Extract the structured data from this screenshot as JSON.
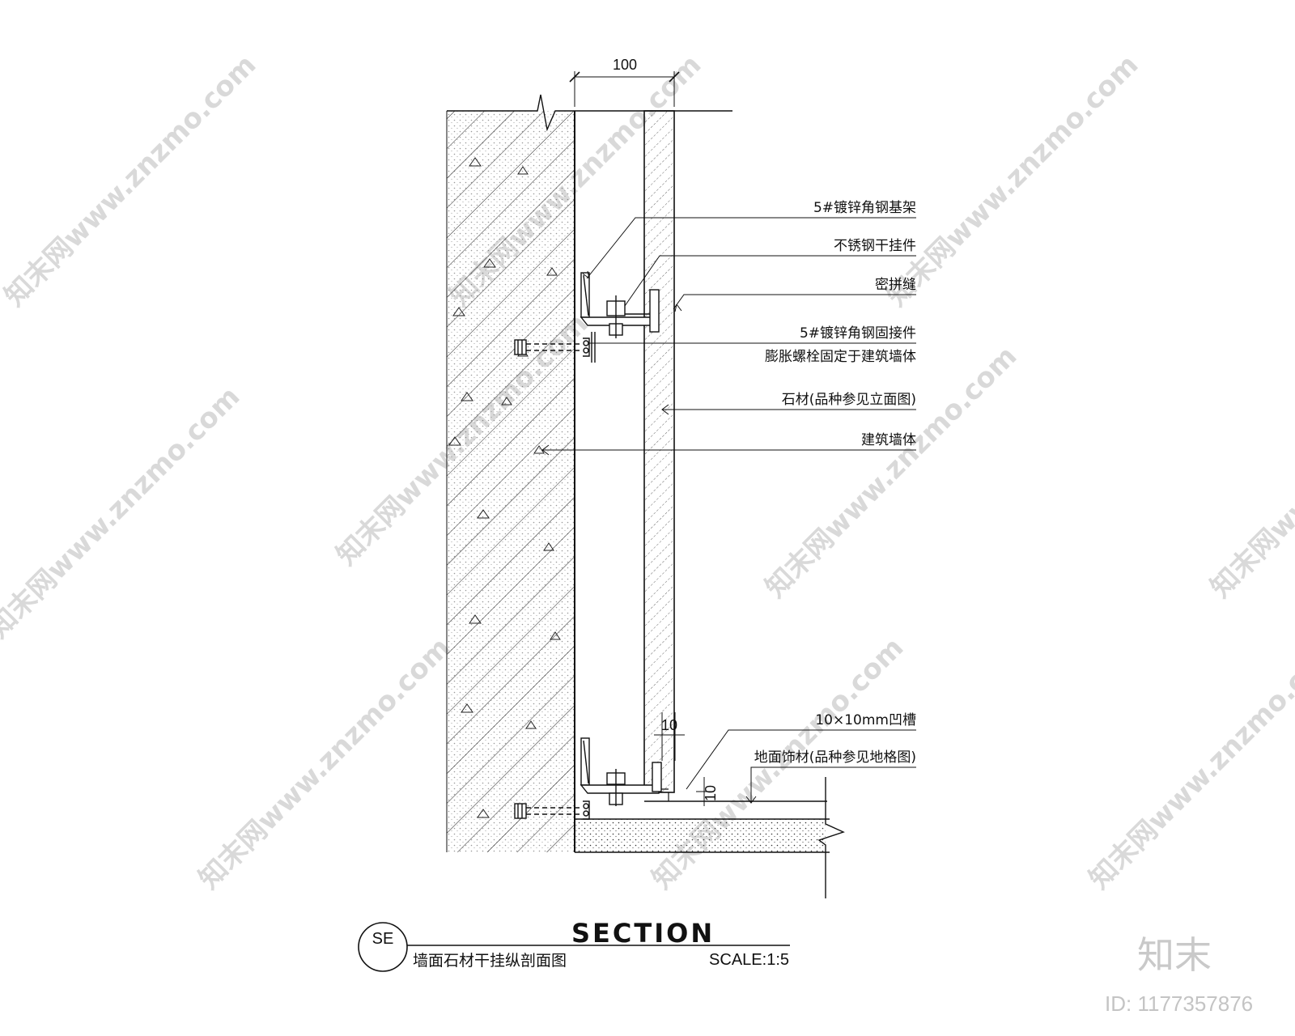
{
  "dimensions": {
    "top_width": "100",
    "groove_width": "10",
    "groove_depth": "10"
  },
  "callouts": [
    {
      "id": "angle-steel-frame",
      "text": "5#镀锌角钢基架"
    },
    {
      "id": "stainless-hanger",
      "text": "不锈钢干挂件"
    },
    {
      "id": "tight-joint",
      "text": "密拼缝"
    },
    {
      "id": "angle-steel-fixing",
      "text": "5#镀锌角钢固接件"
    },
    {
      "id": "expansion-bolt",
      "text": "膨胀螺栓固定于建筑墙体"
    },
    {
      "id": "stone",
      "text": "石材(品种参见立面图)"
    },
    {
      "id": "building-wall",
      "text": "建筑墙体"
    },
    {
      "id": "groove",
      "text": "10×10mm凹槽"
    },
    {
      "id": "floor-finish",
      "text": "地面饰材(品种参见地格图)"
    }
  ],
  "title_block": {
    "symbol": "SE",
    "heading": "SECTION",
    "subtitle": "墙面石材干挂纵剖面图",
    "scale": "SCALE:1:5"
  },
  "watermark": {
    "site": "知末网www.znzmo.com",
    "brand": "知末",
    "id": "ID: 1177357876"
  }
}
